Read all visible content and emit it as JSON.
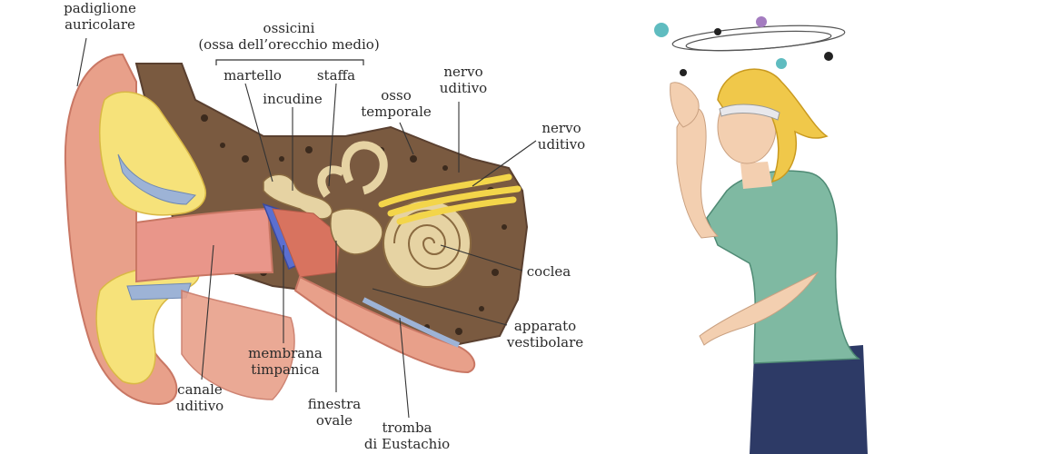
{
  "ear_diagram": {
    "labels": {
      "padiglione": "padiglione\nauricolare",
      "ossicini": "ossicini\n(ossa dell’orecchio medio)",
      "martello": "martello",
      "incudine": "incudine",
      "staffa": "staffa",
      "osso_temporale": "osso\ntemporale",
      "nervo_uditivo_top": "nervo\nuditivo",
      "nervo_uditivo_right": "nervo\nuditivo",
      "coclea": "coclea",
      "apparato_vestibolare": "apparato\nvestibolare",
      "membrana_timpanica": "membrana\ntimpanica",
      "canale_uditivo": "canale\nuditivo",
      "finestra_ovale": "finestra\novale",
      "tromba_eustachio": "tromba\ndi Eustachio"
    }
  },
  "colors": {
    "skin": "#e8a08a",
    "skin_dark": "#c97764",
    "bone": "#7a5a40",
    "fat": "#f6e27a",
    "cochlea": "#e6d3a3",
    "eardrum": "#5b6fd0",
    "nerve": "#f3d54a",
    "shirt": "#7fb9a2",
    "jeans": "#2d3a66",
    "hair": "#f0c84a"
  }
}
